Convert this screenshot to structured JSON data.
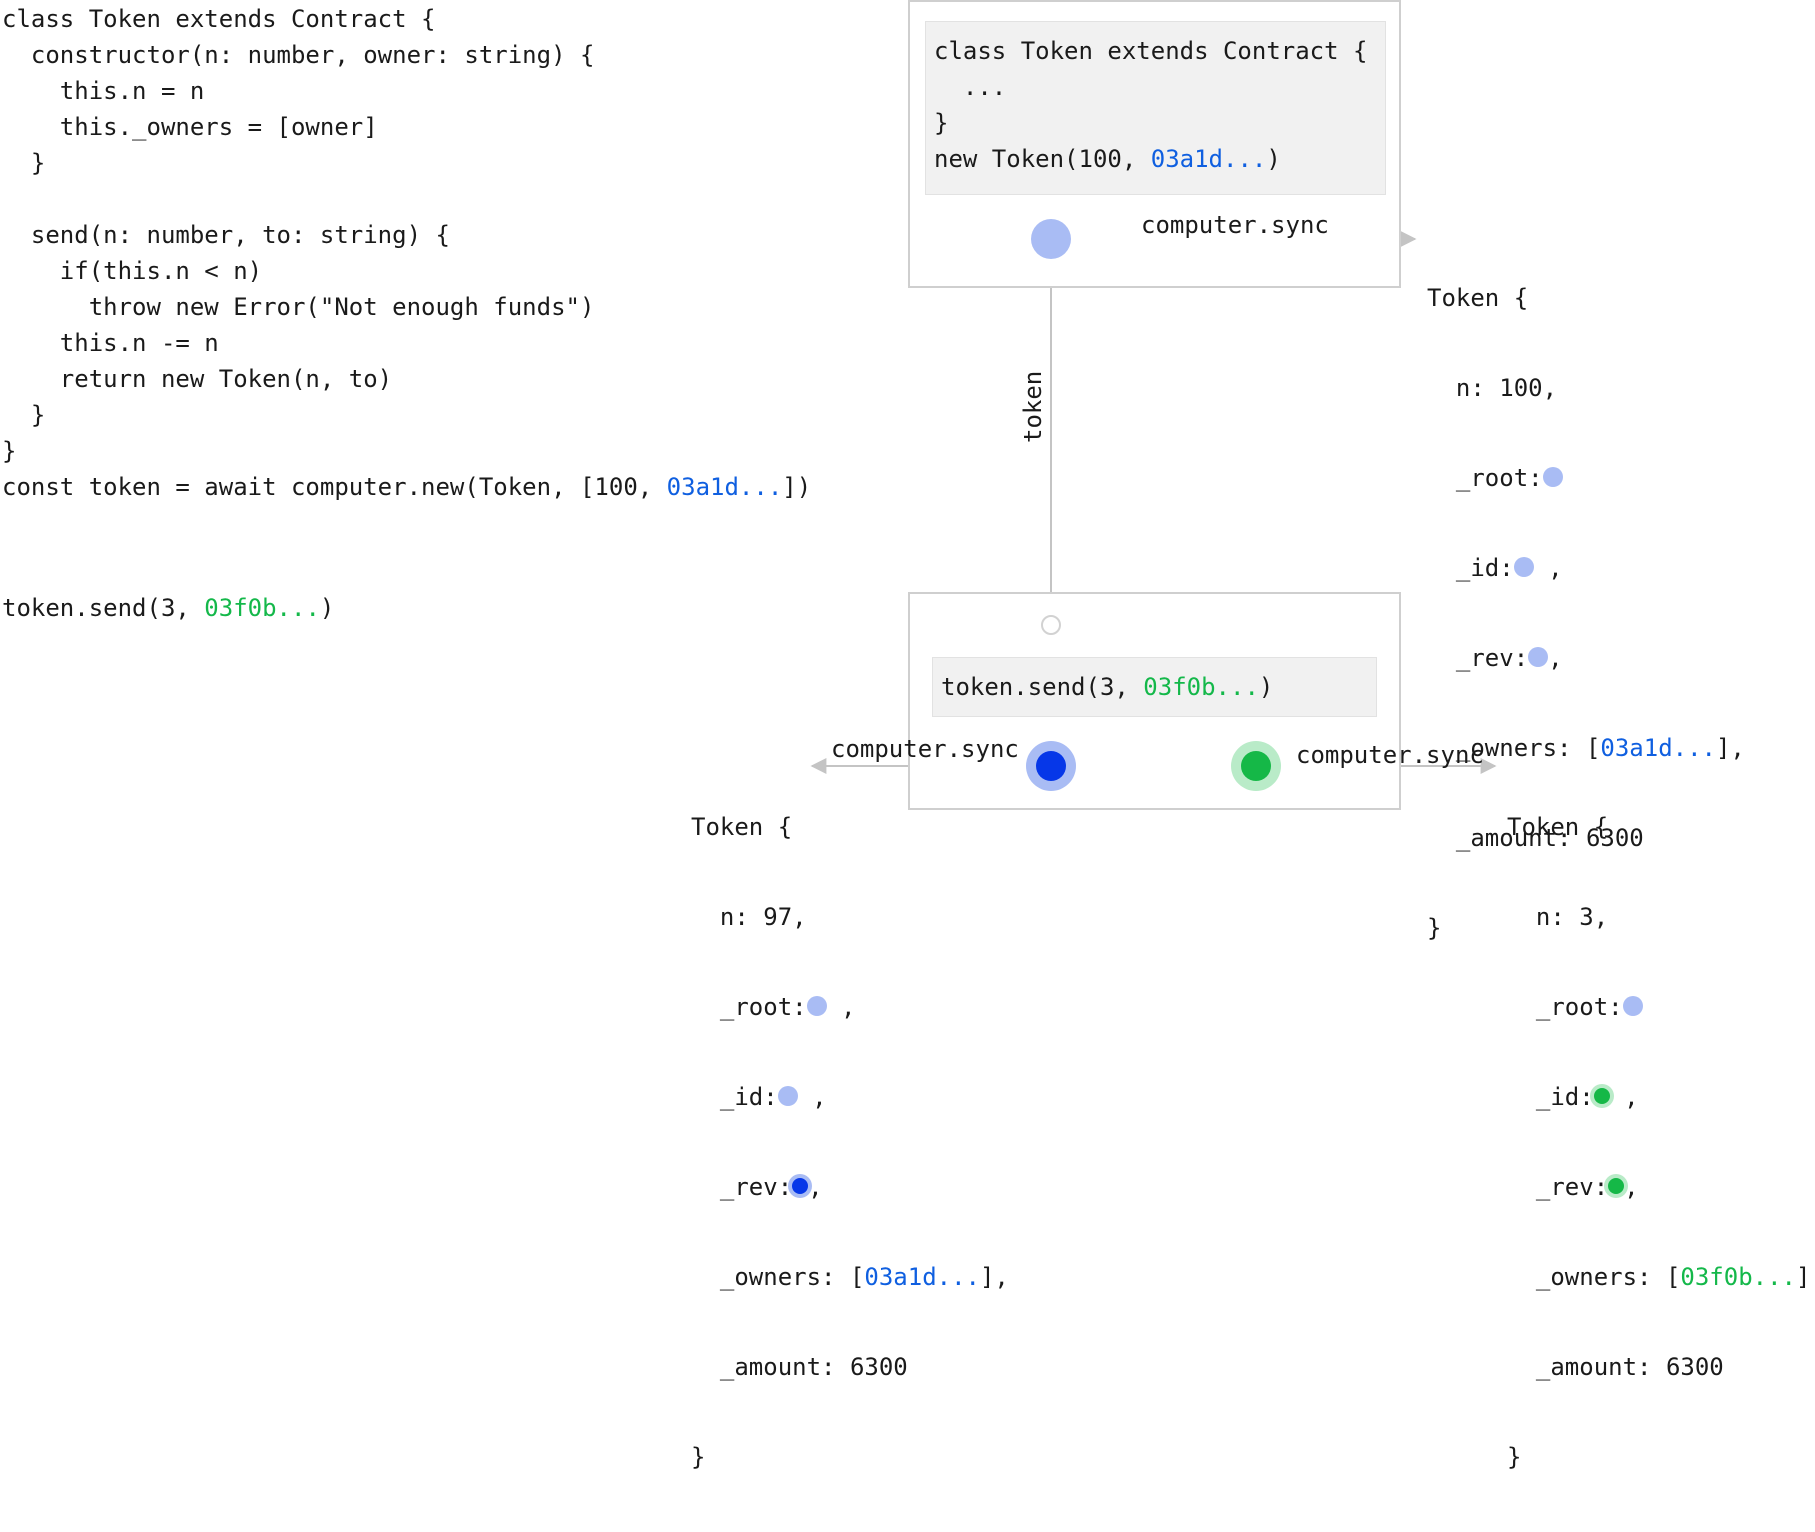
{
  "source_code": {
    "lines": [
      "class Token extends Contract {",
      "  constructor(n: number, owner: string) {",
      "    this.n = n",
      "    this._owners = [owner]",
      "  }",
      "",
      "  send(n: number, to: string) {",
      "    if(this.n < n)",
      "      throw new Error(\"Not enough funds\")",
      "    this.n -= n",
      "    return new Token(n, to)",
      "  }",
      "}"
    ],
    "deploy_prefix": "const token = await computer.new(Token, [100, ",
    "deploy_address": "03a1d...",
    "deploy_suffix": "])",
    "call_prefix": "token.send(3, ",
    "call_address": "03f0b...",
    "call_suffix": ")"
  },
  "top_box": {
    "line1": "class Token extends Contract {",
    "line2": "  ...",
    "line3": "}",
    "line4_prefix": "new Token(100, ",
    "line4_address": "03a1d...",
    "line4_suffix": ")"
  },
  "bottom_box": {
    "prefix": "token.send(3, ",
    "address": "03f0b...",
    "suffix": ")"
  },
  "labels": {
    "sync_top": "computer.sync",
    "sync_left": "computer.sync",
    "sync_right": "computer.sync",
    "vertical": "token"
  },
  "token_initial": {
    "open": "Token {",
    "n": "  n: 100,",
    "root": "  _root:",
    "id": "  _id:",
    "id_suffix": " ,",
    "rev": "  _rev:",
    "rev_suffix": ",",
    "owners_prefix": "  _owners: [",
    "owners_address": "03a1d...",
    "owners_suffix": "],",
    "amount": "  _amount: 6300",
    "close": "}"
  },
  "token_sender": {
    "open": "Token {",
    "n": "  n: 97,",
    "root": "  _root:",
    "root_suffix": " ,",
    "id": "  _id:",
    "id_suffix": " ,",
    "rev": "  _rev:",
    "rev_suffix": ",",
    "owners_prefix": "  _owners: [",
    "owners_address": "03a1d...",
    "owners_suffix": "],",
    "amount": "  _amount: 6300",
    "close": "}"
  },
  "token_recipient": {
    "open": "Token {",
    "n": "  n: 3,",
    "root": "  _root:",
    "id": "  _id:",
    "id_suffix": " ,",
    "rev": "  _rev:",
    "rev_suffix": ",",
    "owners_prefix": "  _owners: [",
    "owners_address": "03f0b...",
    "owners_suffix": "],",
    "amount": "  _amount: 6300",
    "close": "}"
  },
  "colors": {
    "blue": "#0637e8",
    "light_blue": "#a9bcf4",
    "green": "#15b847",
    "address_blue": "#0f5fe0",
    "address_green": "#14b84a",
    "arrow": "#c4c4c4"
  }
}
